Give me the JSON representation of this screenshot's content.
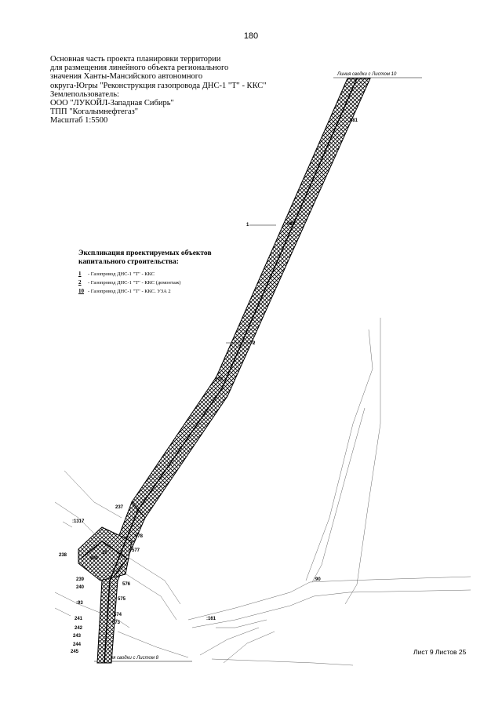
{
  "page_number": "180",
  "title_lines": [
    "Основная часть проекта планировки территории",
    "для размещения линейного объекта регионального",
    "значения Ханты-Мансийского автономного",
    "округа-Югры \"Реконструкция газопровода ДНС-1 \"Т\" - ККС\"",
    "Землепользователь:",
    "ООО \"ЛУКОЙЛ-Западная Сибирь\"",
    "ТПП \"Когалымнефтегаз\"",
    "Масштаб 1:5500"
  ],
  "legend": {
    "title_lines": [
      "Экспликация проектируемых объектов",
      "капитального строительства:"
    ],
    "items": [
      {
        "num": "1",
        "text": "- Газопровод ДНС-1 \"Т\" - ККС"
      },
      {
        "num": "2",
        "text": "- Газопровод ДНС-1 \"Т\" - ККС (демонтаж)"
      },
      {
        "num": "10",
        "text": "- Газопровод ДНС-1 \"Т\" - ККС. УЗА 2"
      }
    ]
  },
  "match_lines": {
    "top": "Линия сводки с Листом 10",
    "bottom": "Линия сводки с Листом 8"
  },
  "markers": {
    "m1": "1",
    "m2": "2",
    "m10": "10"
  },
  "parcel_labels": {
    "p581": "581",
    "p580": "580",
    "p579": "579",
    "p237": "237",
    "p1317": ":1317",
    "p238": "238",
    "p800": "800",
    "p239": "239",
    "p240": "240",
    "p93": ":93",
    "p241": "241",
    "p242": "242",
    "p243": "243",
    "p244": "244",
    "p245": "245",
    "p578": "578",
    "p577": "577",
    "p576": "576",
    "p575": "575",
    "p574": "574",
    "p573": "573",
    "p161": ":161",
    "p90": ":90"
  },
  "sheet_label": "Лист 9 Листов 25",
  "colors": {
    "hatch": "#000000",
    "background": "#ffffff"
  }
}
